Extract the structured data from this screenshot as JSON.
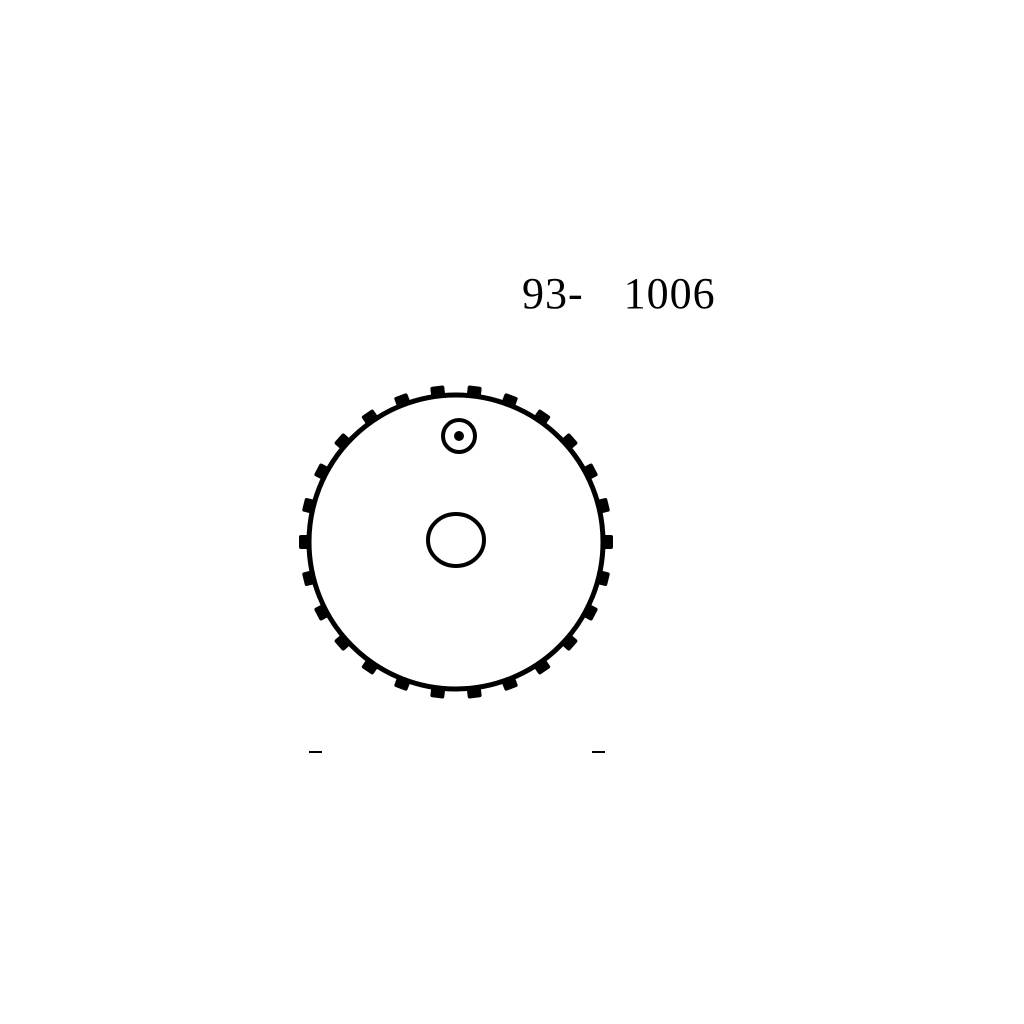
{
  "drawing": {
    "part_number": {
      "prefix": "93-",
      "number": "1006"
    },
    "colors": {
      "ink": "#000000",
      "paper": "#ffffff"
    },
    "rim_notch_count": 26
  }
}
